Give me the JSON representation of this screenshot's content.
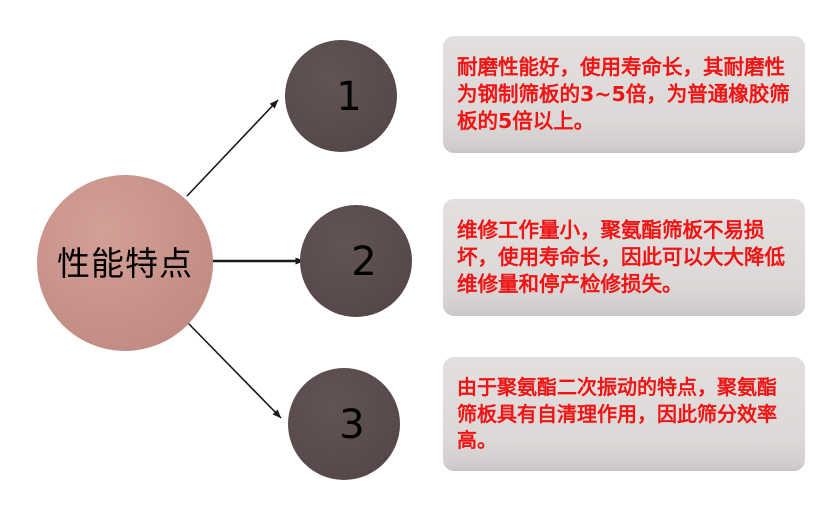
{
  "diagram": {
    "hub": {
      "label": "性能特点",
      "fill_color": "#C69189"
    },
    "node_fill_color": "#594B4B",
    "callout_fill_color": "#DCD8D7",
    "callout_text_color": "#EF1515",
    "nodes": [
      {
        "number": "1"
      },
      {
        "number": "2"
      },
      {
        "number": "3"
      }
    ],
    "callouts": [
      {
        "text": "耐磨性能好，使用寿命长，其耐磨性为钢制筛板的3~5倍，为普通橡胶筛板的5倍以上。"
      },
      {
        "text": "维修工作量小，聚氨酯筛板不易损坏，使用寿命长，因此可以大大降低维修量和停产检修损失。"
      },
      {
        "text": "由于聚氨酯二次振动的特点，聚氨酯筛板具有自清理作用，因此筛分效率高。"
      }
    ],
    "connectors": [
      {
        "name": "arrow-hub-to-node-1"
      },
      {
        "name": "arrow-hub-to-node-2"
      },
      {
        "name": "arrow-hub-to-node-3"
      }
    ]
  }
}
